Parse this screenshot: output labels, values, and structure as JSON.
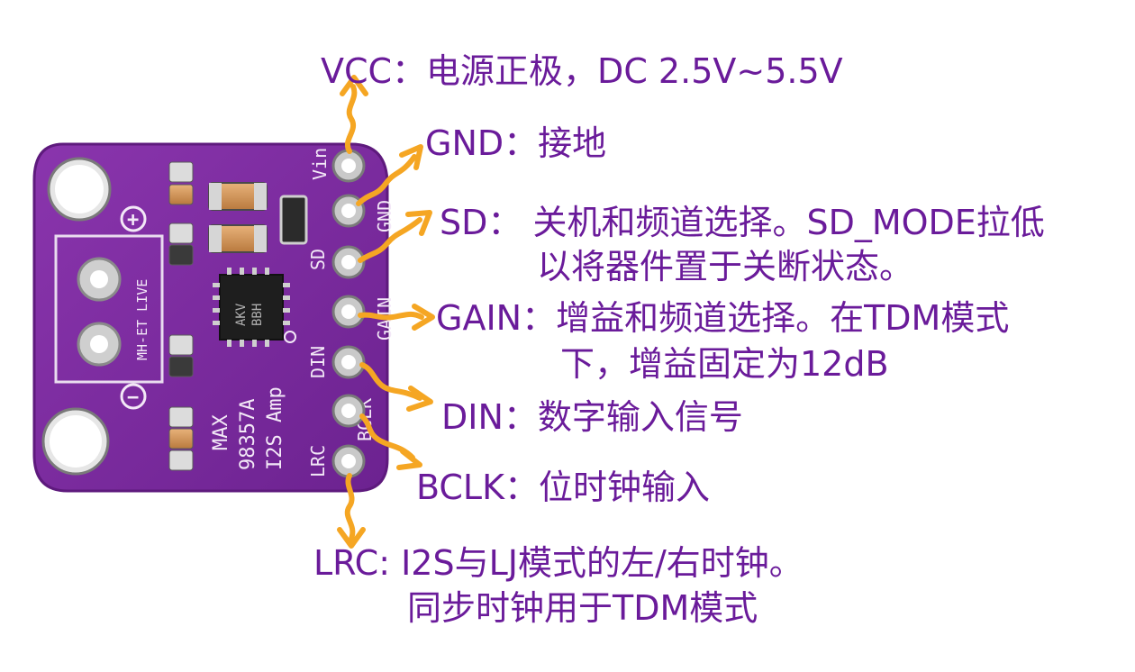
{
  "board": {
    "silkscreen_lines": [
      "MAX",
      "98357A",
      "I2S Amp"
    ],
    "chip_marking": [
      "AKV",
      "BBH"
    ],
    "terminal_text": "MH-ET LIVE",
    "plus_symbol": "+",
    "minus_symbol": "−",
    "pin_labels": [
      "Vin",
      "GND",
      "SD",
      "GAIN",
      "DIN",
      "BCLK",
      "LRC"
    ]
  },
  "annotations": {
    "vcc": [
      "VCC：电源正极，DC 2.5V~5.5V"
    ],
    "gnd": [
      "GND：接地"
    ],
    "sd": [
      "SD： 关机和频道选择。SD_MODE拉低",
      "以将器件置于关断状态。"
    ],
    "gain": [
      "GAIN：增益和频道选择。在TDM模式",
      "下，增益固定为12dB"
    ],
    "din": [
      "DIN：数字输入信号"
    ],
    "bclk": [
      "BCLK：位时钟输入"
    ],
    "lrc": [
      "LRC: I2S与LJ模式的左/右时钟。",
      "同步时钟用于TDM模式"
    ]
  },
  "colors": {
    "pcb": "#7b2a9c",
    "pcb_edge": "#5e1a7d",
    "arrow": "#f5a623",
    "label_text": "#6a1b9a",
    "silkscreen": "#f3e8f7",
    "pad_metal": "#c9c9c9"
  }
}
